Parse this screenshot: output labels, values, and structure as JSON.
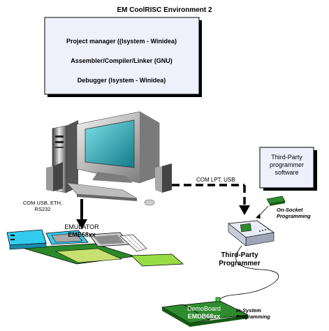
{
  "environment": {
    "title": "EM CoolRISC Environment 2",
    "items": [
      "Project manager ((Isystem - Winidea)",
      "Assembler/Compiler/Linker (GNU)",
      "Debugger (Isystem - Winidea)"
    ]
  },
  "connections": {
    "emulator_link": "COM USB, ETH, RS232",
    "programmer_link": "COM LPT, USB"
  },
  "third_party_software": {
    "line1": "Third-Party",
    "line2": "programmer",
    "line3": "software"
  },
  "emulator": {
    "label": "EMULATOR",
    "model": "EME68xx"
  },
  "programmer": {
    "line1": "Third-Party",
    "line2": "Programmer",
    "on_socket_1": "On-Socket",
    "on_socket_2": "Programming"
  },
  "demoboard": {
    "label": "DemoBoard",
    "model": "EMDB68xx",
    "in_system_1": "In-System",
    "in_system_2": "Programming"
  },
  "colors": {
    "panel_fill": "#eef0fb",
    "board_green": "#2e8b2e",
    "light_green": "#99dd44",
    "cyan": "#33ccee",
    "monitor_screen": "#2ba8b8"
  }
}
